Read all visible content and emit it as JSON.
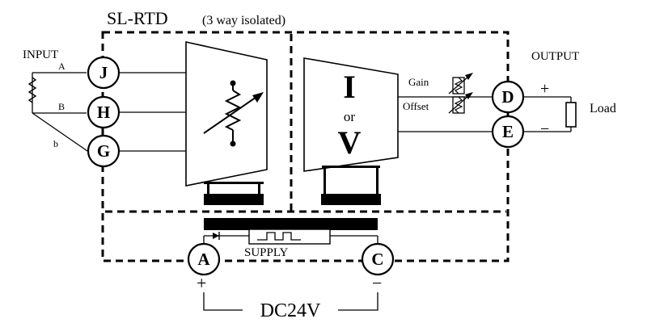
{
  "title": "SL-RTD",
  "subtitle": "(3 way isolated)",
  "input_label": "INPUT",
  "output_label": "OUTPUT",
  "wires": {
    "a": "A",
    "b_upper": "B",
    "b_lower": "b"
  },
  "terminals": {
    "j": "J",
    "h": "H",
    "g": "G",
    "d": "D",
    "e": "E",
    "a": "A",
    "c": "C"
  },
  "converter": {
    "i": "I",
    "or": "or",
    "v": "V"
  },
  "gain_label": "Gain",
  "offset_label": "Offset",
  "load_label": "Load",
  "supply_label": "SUPPLY",
  "dc_label": "DC24V",
  "plus": "+",
  "minus": "−",
  "icons": [
    "rtd-resistor-icon",
    "variable-resistor-icon",
    "potentiometer-icon",
    "load-resistor-icon",
    "square-wave-icon",
    "diode-icon"
  ]
}
